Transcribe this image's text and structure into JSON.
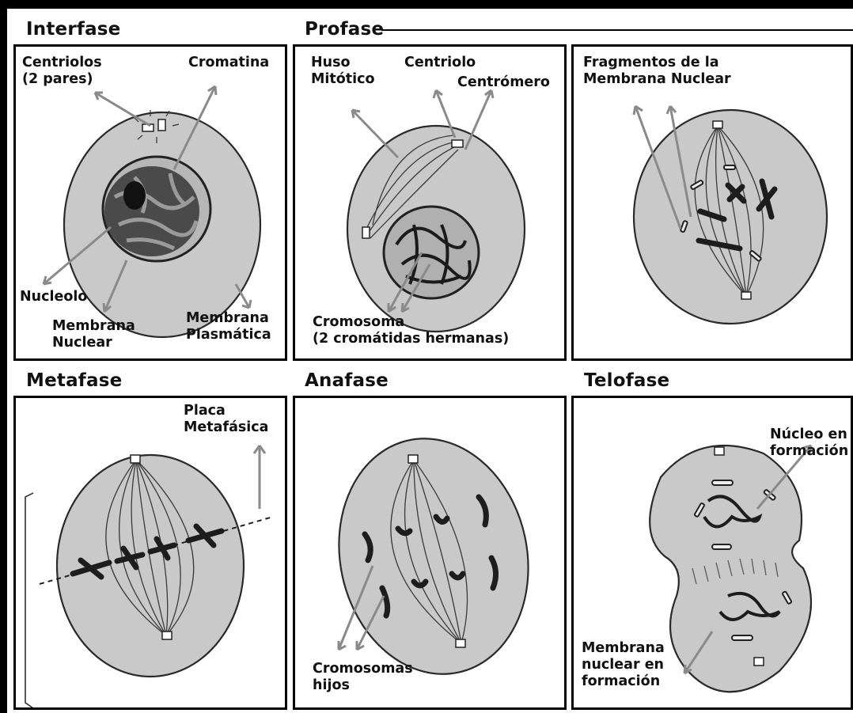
{
  "phases": {
    "interfase": {
      "title": "Interfase",
      "labels": {
        "centriolos": "Centriolos\n(2 pares)",
        "cromatina": "Cromatina",
        "nucleolo": "Nucleolo",
        "membrana_nuclear": "Membrana\nNuclear",
        "membrana_plasmatica": "Membrana\nPlasmática"
      }
    },
    "profase": {
      "title": "Profase",
      "labels": {
        "huso": "Huso\nMitótico",
        "centriolo": "Centriolo",
        "centromero": "Centrómero",
        "cromosoma": "Cromosoma\n(2 cromátidas hermanas)",
        "fragmentos": "Fragmentos de la\nMembrana Nuclear"
      }
    },
    "metafase": {
      "title": "Metafase",
      "labels": {
        "placa": "Placa\nMetafásica"
      }
    },
    "anafase": {
      "title": "Anafase",
      "labels": {
        "cromosomas_hijos": "Cromosomas\nhijos"
      }
    },
    "telofase": {
      "title": "Telofase",
      "labels": {
        "nucleo": "Núcleo en\nformación",
        "membrana": "Membrana\nnuclear en\nformación"
      }
    }
  },
  "colors": {
    "cell": "#c9c9c9",
    "arrow": "#8a8a8a",
    "outline": "#000000"
  }
}
